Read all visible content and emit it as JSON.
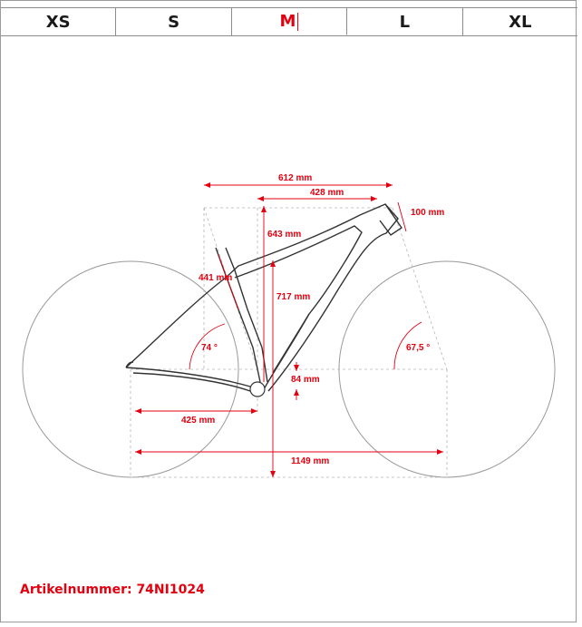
{
  "size_tabs": [
    {
      "label": "XS"
    },
    {
      "label": "S"
    },
    {
      "label": "M"
    },
    {
      "label": "L"
    },
    {
      "label": "XL"
    }
  ],
  "active_size": "M",
  "colors": {
    "accent": "#e3000f",
    "frame_line": "#333333",
    "wheel": "#9a9a9a",
    "guide": "#b5b5b5"
  },
  "geometry": {
    "reach_stack_top": "612 mm",
    "top_tube": "428 mm",
    "head_tube": "100 mm",
    "stack": "643 mm",
    "seat_tube": "441 mm",
    "standover": "717 mm",
    "seat_angle": "74 °",
    "head_angle": "67,5 °",
    "bb_drop": "84 mm",
    "chainstay": "425 mm",
    "wheelbase": "1149 mm"
  },
  "article_number": "Artikelnummer: 74NI1024"
}
